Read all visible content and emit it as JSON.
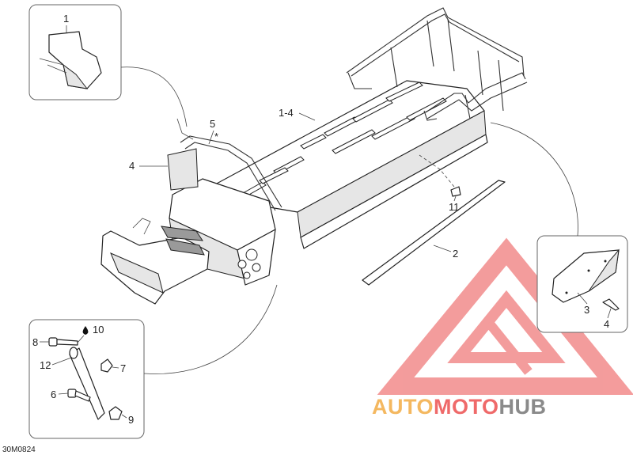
{
  "diagram": {
    "drawing_code": "30M0824",
    "callouts": {
      "detail1_label": "1",
      "frame_label": "1-4",
      "label_5": "5",
      "asterisk": "*",
      "label_4_main": "4",
      "label_11": "11",
      "label_2": "2",
      "detail3_label": "3",
      "detail4_label": "4",
      "kit_10": "10",
      "kit_8": "8",
      "kit_12": "12",
      "kit_7": "7",
      "kit_6": "6",
      "kit_9": "9"
    },
    "watermark": {
      "part_a": "AUTO",
      "part_b": "MOTO",
      "part_c": "HUB",
      "color_a": "#f4b860",
      "color_b": "#ef6a6a",
      "color_c": "#8a8a8a",
      "triangle_color": "#f28b8b"
    }
  }
}
